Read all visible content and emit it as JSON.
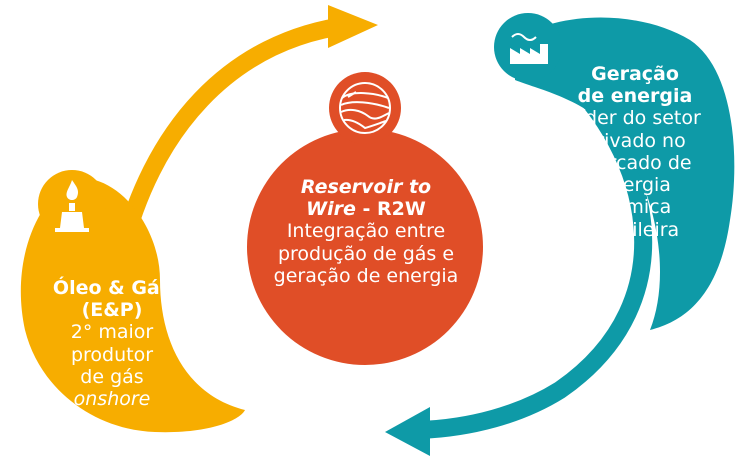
{
  "colors": {
    "orange_red": "#E04E27",
    "amber": "#F7AD00",
    "teal": "#0E9AA7",
    "text": "#FFFFFF"
  },
  "center": {
    "title_italic": "Reservoir to",
    "title_line2_italic": "Wire",
    "title_line2_suffix": " - R2W",
    "description": [
      "Integração entre",
      "produção de gás e",
      "geração de energia"
    ],
    "icon": "geological-layers-icon"
  },
  "left": {
    "title": [
      "Óleo & Gás",
      "(E&P)"
    ],
    "description": [
      "2° maior",
      "produtor",
      "de gás"
    ],
    "description_italic": "onshore",
    "icon": "oil-derrick-flame-icon"
  },
  "right": {
    "title": [
      "Geração",
      "de energia"
    ],
    "description": [
      "Líder do setor",
      "privado no",
      "mercado de",
      "energia",
      "térmica",
      "brasileira"
    ],
    "icon": "factory-icon"
  }
}
